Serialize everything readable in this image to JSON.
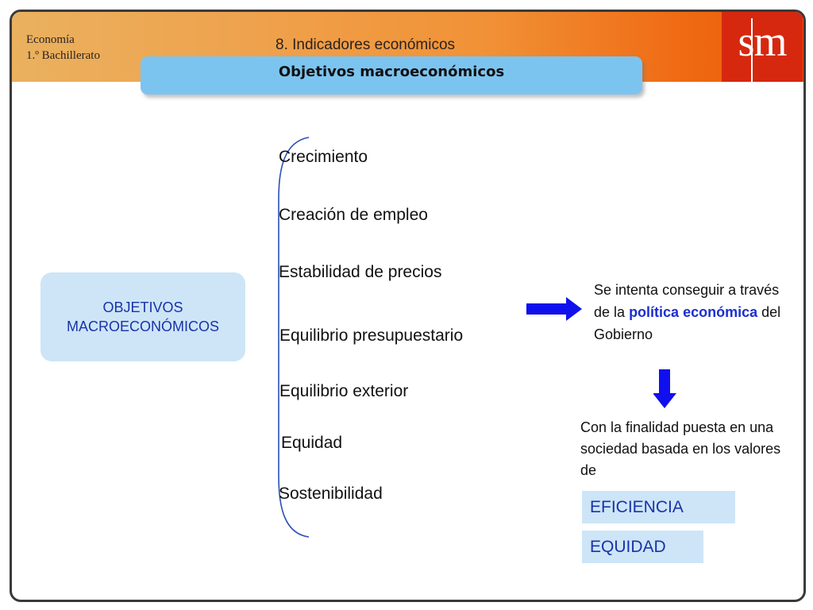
{
  "header": {
    "subject_line1": "Economía",
    "subject_line2": "1.º Bachillerato",
    "unit_title": "8. Indicadores económicos",
    "logo": "sm",
    "subtitle": "Objetivos macroeconómicos"
  },
  "diagram": {
    "main_box_line1": "OBJETIVOS",
    "main_box_line2": "MACROECONÓMICOS",
    "goals": [
      "Crecimiento",
      "Creación de empleo",
      "Estabilidad de precios",
      "Equilibrio presupuestario",
      "Equilibrio exterior",
      "Equidad",
      "Sostenibilidad"
    ],
    "policy_text_before": "Se intenta conseguir a través de la",
    "policy_highlight": "política económica",
    "policy_text_after": "del Gobierno",
    "purpose_text": "Con la finalidad puesta en una sociedad basada en los valores de",
    "values": [
      "EFICIENCIA",
      "EQUIDAD"
    ]
  },
  "colors": {
    "header_gradient_start": "#eab15f",
    "header_gradient_end": "#ea5708",
    "logo_red": "#d6280f",
    "subtitle_band": "#7cc4f0",
    "box_fill": "#cde5f7",
    "blue_text": "#1a33a8",
    "arrow_blue": "#1010ee",
    "brace_blue": "#2a4fb5"
  },
  "icons": {
    "right_arrow": "arrow-right-icon",
    "down_arrow": "arrow-down-icon",
    "brace": "curly-brace"
  }
}
